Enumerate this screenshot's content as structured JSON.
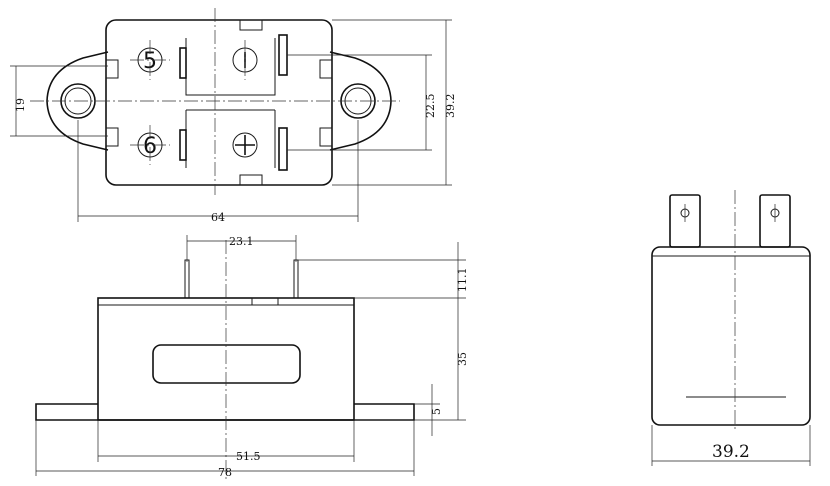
{
  "top_view": {
    "dims": {
      "height_mount": "19",
      "pin_span_v": "22.5",
      "body_height": "39.2",
      "mount_span": "64"
    },
    "terminal_labels": {
      "t5": "5",
      "t6": "6"
    }
  },
  "front_view": {
    "dims": {
      "pin_spacing": "23.1",
      "pin_length": "11.1",
      "body_height": "35",
      "flange": "5",
      "body_width": "51.5",
      "overall_width": "78"
    }
  },
  "side_view": {
    "dims": {
      "width": "39.2"
    }
  }
}
